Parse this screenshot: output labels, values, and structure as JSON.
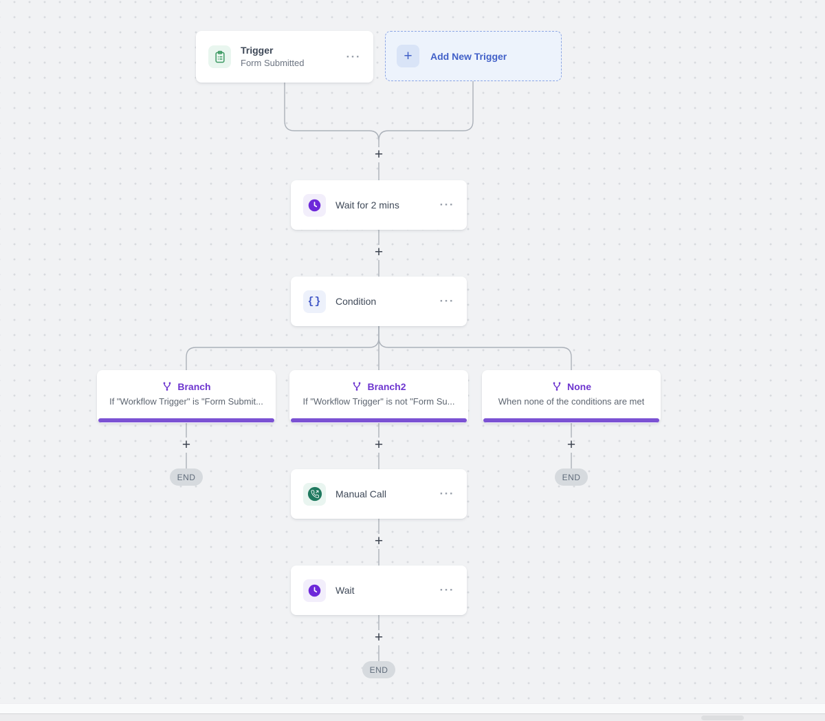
{
  "workflow": {
    "trigger_card": {
      "title": "Trigger",
      "subtitle": "Form Submitted",
      "menu": "···"
    },
    "add_new_trigger": {
      "label": "Add New Trigger",
      "plus": "+"
    },
    "wait_2_card": {
      "title": "Wait for 2 mins",
      "menu": "···"
    },
    "condition_card": {
      "title": "Condition",
      "icon_glyph": "{}",
      "menu": "···"
    },
    "branch_card": {
      "title": "Branch",
      "subtitle": "If \"Workflow Trigger\" is \"Form Submit..."
    },
    "branch2_card": {
      "title": "Branch2",
      "subtitle": "If \"Workflow Trigger\" is not \"Form Su..."
    },
    "none_card": {
      "title": "None",
      "subtitle": "When none of the conditions are met"
    },
    "manual_call_card": {
      "title": "Manual Call",
      "menu": "···"
    },
    "wait_card": {
      "title": "Wait",
      "menu": "···"
    }
  },
  "connectors": {
    "plus_label": "+"
  },
  "badges": {
    "end_label": "END"
  },
  "icons": {
    "trigger": "clipboard-list-icon",
    "wait": "clock-icon",
    "condition": "braces-icon",
    "branch": "fork-icon",
    "manual_call": "phone-outgoing-icon"
  },
  "colors": {
    "canvas_bg": "#f1f2f4",
    "dot": "#d7dade",
    "connector": "#abb1b9",
    "trigger_green": "#3d9a63",
    "trigger_icon_bg": "#e9f6ef",
    "add_trigger_blue": "#4160c8",
    "add_trigger_bg": "#edf3fc",
    "wait_purple": "#6d28d9",
    "wait_icon_bg": "#f2eefb",
    "condition_blue": "#3c53c5",
    "condition_icon_bg": "#edf1fb",
    "branch_purple": "#6d35cf",
    "branch_bar": "#7b52d3",
    "call_teal": "#20795f",
    "call_icon_bg": "#e9f5f0",
    "end_bg": "#d6dade"
  }
}
